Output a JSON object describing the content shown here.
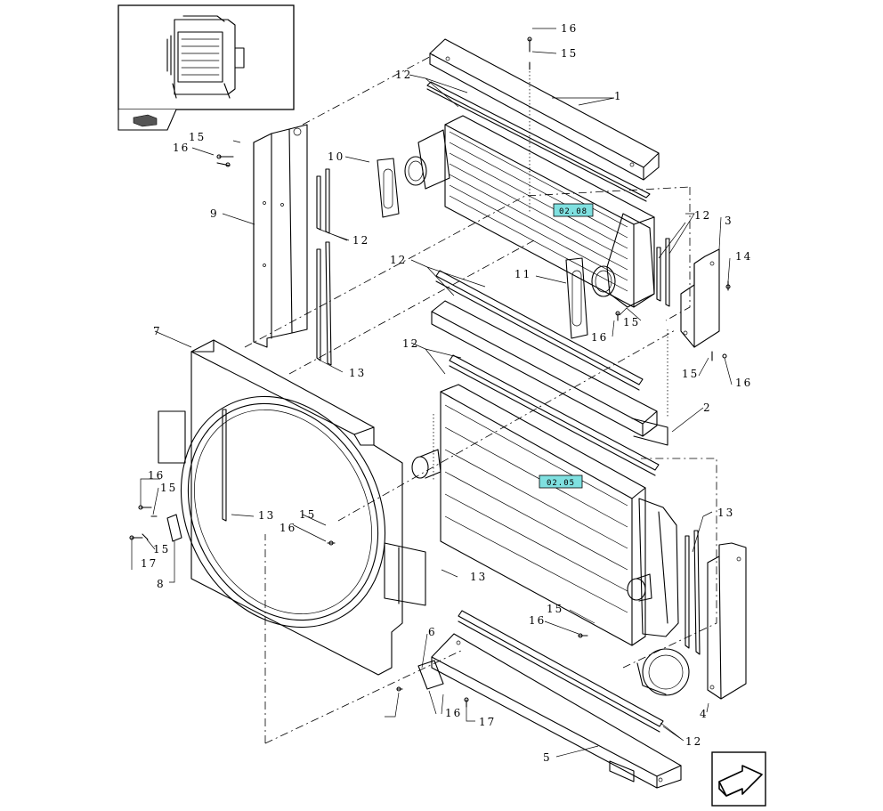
{
  "diagram": {
    "references": {
      "intercooler": "02.08",
      "radiator": "02.05"
    },
    "callouts": [
      {
        "id": "c1",
        "text": "1"
      },
      {
        "id": "c2",
        "text": "2"
      },
      {
        "id": "c3",
        "text": "3"
      },
      {
        "id": "c4",
        "text": "4"
      },
      {
        "id": "c5",
        "text": "5"
      },
      {
        "id": "c6",
        "text": "6"
      },
      {
        "id": "c7",
        "text": "7"
      },
      {
        "id": "c8",
        "text": "8"
      },
      {
        "id": "c9",
        "text": "9"
      },
      {
        "id": "c10",
        "text": "10"
      },
      {
        "id": "c11",
        "text": "11"
      },
      {
        "id": "c12a",
        "text": "12"
      },
      {
        "id": "c12b",
        "text": "12"
      },
      {
        "id": "c12c",
        "text": "12"
      },
      {
        "id": "c12d",
        "text": "12"
      },
      {
        "id": "c12e",
        "text": "12"
      },
      {
        "id": "c12f",
        "text": "12"
      },
      {
        "id": "c13a",
        "text": "13"
      },
      {
        "id": "c13b",
        "text": "13"
      },
      {
        "id": "c13c",
        "text": "13"
      },
      {
        "id": "c13d",
        "text": "13"
      },
      {
        "id": "c14",
        "text": "14"
      },
      {
        "id": "c15a",
        "text": "15"
      },
      {
        "id": "c15b",
        "text": "15"
      },
      {
        "id": "c15c",
        "text": "15"
      },
      {
        "id": "c15d",
        "text": "15"
      },
      {
        "id": "c15e",
        "text": "15"
      },
      {
        "id": "c15f",
        "text": "15"
      },
      {
        "id": "c15g",
        "text": "15"
      },
      {
        "id": "c15h",
        "text": "15"
      },
      {
        "id": "c16a",
        "text": "16"
      },
      {
        "id": "c16b",
        "text": "16"
      },
      {
        "id": "c16c",
        "text": "16"
      },
      {
        "id": "c16d",
        "text": "16"
      },
      {
        "id": "c16e",
        "text": "16"
      },
      {
        "id": "c16f",
        "text": "16"
      },
      {
        "id": "c16g",
        "text": "16"
      },
      {
        "id": "c16h",
        "text": "16"
      },
      {
        "id": "c17a",
        "text": "17"
      },
      {
        "id": "c17b",
        "text": "17"
      }
    ],
    "colors": {
      "line": "#000000",
      "reference_fill": "#7fe0e0",
      "background": "#ffffff"
    },
    "icons": [
      "book-icon",
      "next-page-arrow-icon"
    ]
  }
}
